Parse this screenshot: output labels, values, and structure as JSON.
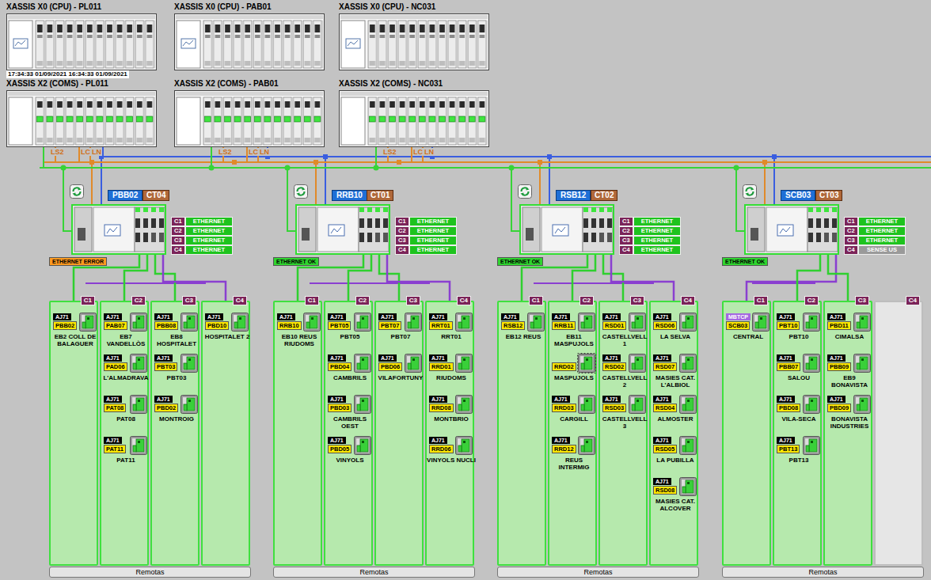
{
  "diagram": {
    "nodes": [
      {
        "text": [
          "XASSIS X0 (CPU) - PL011"
        ]
      },
      {
        "text": [
          "XASSIS X0 (CPU) - PAB01"
        ]
      },
      {
        "text": [
          "XASSIS X0 (CPU) - NC031"
        ]
      },
      {
        "text": [
          "XASSIS X2 (COMS) - PL011"
        ]
      },
      {
        "text": [
          "XASSIS X2 (COMS) - PAB01"
        ]
      },
      {
        "text": [
          "XASSIS X2 (COMS) - NC031"
        ]
      },
      {
        "text": [
          "PBB02",
          "CT04",
          "ETHERNET ERROR"
        ]
      },
      {
        "text": [
          "C1"
        ]
      },
      {
        "text": [
          "AJ71",
          "PBB02",
          "EB2 COLL DE BALAGUER"
        ],
        "in": 7
      },
      {
        "text": [
          "C2"
        ]
      },
      {
        "text": [
          "AJ71",
          "PAB07",
          "EB7 VANDELLÒS"
        ],
        "in": 9
      },
      {
        "text": [
          "AJ71",
          "PAD06",
          "L'ALMADRAVA"
        ],
        "in": 9
      },
      {
        "text": [
          "AJ71",
          "PAT08",
          "PAT08"
        ],
        "in": 9
      },
      {
        "text": [
          "AJ71",
          "PAT11",
          "PAT11"
        ],
        "in": 9
      },
      {
        "text": [
          "C3"
        ]
      },
      {
        "text": [
          "AJ71",
          "PBB08",
          "EB8 HOSPITALET"
        ],
        "in": 14
      },
      {
        "text": [
          "AJ71",
          "PBT03",
          "PBT03"
        ],
        "in": 14
      },
      {
        "text": [
          "AJ71",
          "PBD02",
          "MONTROIG"
        ],
        "in": 14
      },
      {
        "text": [
          "C4"
        ]
      },
      {
        "text": [
          "AJ71",
          "PBD10",
          "HOSPITALET 2"
        ],
        "in": 18
      },
      {
        "text": [
          "Remotas"
        ]
      },
      {
        "text": [
          "RRB10",
          "CT01",
          "ETHERNET OK"
        ]
      },
      {
        "text": [
          "C1"
        ]
      },
      {
        "text": [
          "AJ71",
          "RRB10",
          "EB10 REUS RIUDOMS"
        ],
        "in": 22
      },
      {
        "text": [
          "C2"
        ]
      },
      {
        "text": [
          "AJ71",
          "PBT05",
          "PBT05"
        ],
        "in": 24
      },
      {
        "text": [
          "AJ71",
          "PBD04",
          "CAMBRILS"
        ],
        "in": 24
      },
      {
        "text": [
          "AJ71",
          "PBD03",
          "CAMBRILS OEST"
        ],
        "in": 24
      },
      {
        "text": [
          "AJ71",
          "PBD05",
          "VINYOLS"
        ],
        "in": 24
      },
      {
        "text": [
          "C3"
        ]
      },
      {
        "text": [
          "AJ71",
          "PBT07",
          "PBT07"
        ],
        "in": 29
      },
      {
        "text": [
          "AJ71",
          "PBD06",
          "VILAFORTUNY"
        ],
        "in": 29
      },
      {
        "text": [
          "C4"
        ]
      },
      {
        "text": [
          "AJ71",
          "RRT01",
          "RRT01"
        ],
        "in": 32
      },
      {
        "text": [
          "AJ71",
          "RRD01",
          "RIUDOMS"
        ],
        "in": 32
      },
      {
        "text": [
          "AJ71",
          "RRD08",
          "MONTBRIO"
        ],
        "in": 32
      },
      {
        "text": [
          "AJ71",
          "RRD06",
          "VINYOLS NUCLI"
        ],
        "in": 32
      },
      {
        "text": [
          "Remotas"
        ]
      },
      {
        "text": [
          "RSB12",
          "CT02",
          "ETHERNET OK"
        ]
      },
      {
        "text": [
          "C1"
        ]
      },
      {
        "text": [
          "AJ71",
          "RSB12",
          "EB12 REUS"
        ],
        "in": 39
      },
      {
        "text": [
          "C2"
        ]
      },
      {
        "text": [
          "AJ71",
          "RRB11",
          "EB11 MASPUJOLS"
        ],
        "in": 41
      },
      {
        "text": [
          "RRD02",
          "MASPUJOLS"
        ],
        "in": 41
      },
      {
        "text": [
          "AJ71",
          "RRD03",
          "CARGILL"
        ],
        "in": 41
      },
      {
        "text": [
          "AJ71",
          "RRD12",
          "REUS INTERMIG"
        ],
        "in": 41
      },
      {
        "text": [
          "C3"
        ]
      },
      {
        "text": [
          "AJ71",
          "RSD01",
          "CASTELLVELL 1"
        ],
        "in": 46
      },
      {
        "text": [
          "AJ71",
          "RSD02",
          "CASTELLVELL 2"
        ],
        "in": 46
      },
      {
        "text": [
          "AJ71",
          "RSD03",
          "CASTELLVELL 3"
        ],
        "in": 46
      },
      {
        "text": [
          "C4"
        ]
      },
      {
        "text": [
          "AJ71",
          "RSD06",
          "LA SELVA"
        ],
        "in": 50
      },
      {
        "text": [
          "AJ71",
          "RSD07",
          "MASIES CAT. L'ALBIOL"
        ],
        "in": 50
      },
      {
        "text": [
          "AJ71",
          "RSD04",
          "ALMOSTER"
        ],
        "in": 50
      },
      {
        "text": [
          "AJ71",
          "RSD05",
          "LA PUBILLA"
        ],
        "in": 50
      },
      {
        "text": [
          "AJ71",
          "RSD08",
          "MASIES CAT. ALCOVER"
        ],
        "in": 50
      },
      {
        "text": [
          "Remotas"
        ]
      },
      {
        "text": [
          "SCB03",
          "CT03",
          "ETHERNET OK"
        ]
      },
      {
        "text": [
          "C1"
        ]
      },
      {
        "text": [
          "MBTCP",
          "SCB03",
          "CENTRAL"
        ],
        "in": 58
      },
      {
        "text": [
          "C2"
        ]
      },
      {
        "text": [
          "AJ71",
          "PBT10",
          "PBT10"
        ],
        "in": 60
      },
      {
        "text": [
          "AJ71",
          "PBB07",
          "SALOU"
        ],
        "in": 60
      },
      {
        "text": [
          "AJ71",
          "PBD08",
          "VILA-SECA"
        ],
        "in": 60
      },
      {
        "text": [
          "AJ71",
          "PBT13",
          "PBT13"
        ],
        "in": 60
      },
      {
        "text": [
          "C3"
        ]
      },
      {
        "text": [
          "AJ71",
          "PBD11",
          "CIMALSA"
        ],
        "in": 65
      },
      {
        "text": [
          "AJ71",
          "PBB09",
          "EB9 BONAVISTA"
        ],
        "in": 65
      },
      {
        "text": [
          "AJ71",
          "PBD09",
          "BONAVISTA INDUSTRIES"
        ],
        "in": 65
      },
      {
        "text": [
          "C4"
        ]
      },
      {
        "text": [
          "Remotas"
        ]
      }
    ],
    "edges": [
      {
        "from": 6,
        "to": 7,
        "arrow": "none"
      },
      {
        "from": 6,
        "to": 9,
        "arrow": "none"
      },
      {
        "from": 6,
        "to": 14,
        "arrow": "none"
      },
      {
        "from": 6,
        "to": 18,
        "arrow": "none"
      },
      {
        "from": 21,
        "to": 22,
        "arrow": "none"
      },
      {
        "from": 21,
        "to": 24,
        "arrow": "none"
      },
      {
        "from": 21,
        "to": 29,
        "arrow": "none"
      },
      {
        "from": 21,
        "to": 32,
        "arrow": "none"
      },
      {
        "from": 38,
        "to": 39,
        "arrow": "none"
      },
      {
        "from": 38,
        "to": 41,
        "arrow": "none"
      },
      {
        "from": 38,
        "to": 46,
        "arrow": "none"
      },
      {
        "from": 38,
        "to": 50,
        "arrow": "none"
      },
      {
        "from": 57,
        "to": 58,
        "arrow": "none"
      },
      {
        "from": 57,
        "to": 60,
        "arrow": "none"
      },
      {
        "from": 57,
        "to": 65,
        "arrow": "none"
      }
    ],
    "labels": [
      "17:34:33 01/09/2021 16:34:33 01/09/2021",
      "LS2",
      "LC",
      "LN",
      "LS2",
      "LC",
      "LN",
      "LS2",
      "LC",
      "LN",
      "C1",
      "ETHERNET",
      "C2",
      "ETHERNET",
      "C3",
      "ETHERNET",
      "C4",
      "ETHERNET",
      "C1",
      "ETHERNET",
      "C2",
      "ETHERNET",
      "C3",
      "ETHERNET",
      "C4",
      "ETHERNET",
      "C1",
      "ETHERNET",
      "C2",
      "ETHERNET",
      "C3",
      "ETHERNET",
      "C4",
      "ETHERNET",
      "C1",
      "ETHERNET",
      "C2",
      "ETHERNET",
      "C3",
      "ETHERNET",
      "C4",
      "SENSE US"
    ]
  }
}
